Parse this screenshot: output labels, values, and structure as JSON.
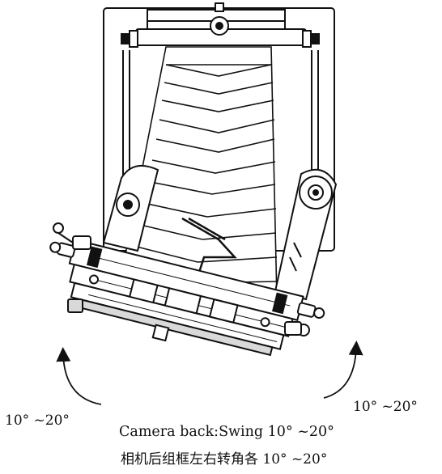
{
  "labels": {
    "left_angle": "10° ~20°",
    "right_angle": "10° ~20°",
    "caption_en": "Camera back:Swing 10° ~20°",
    "caption_zh": "相机后组框左右转角各 10° ~20°"
  },
  "colors": {
    "ink": "#111111",
    "paper": "#ffffff",
    "shade": "#d9d9d9"
  },
  "icons": {
    "left_arrow": "curved-arrow-up-icon",
    "right_arrow": "curved-arrow-up-icon"
  }
}
